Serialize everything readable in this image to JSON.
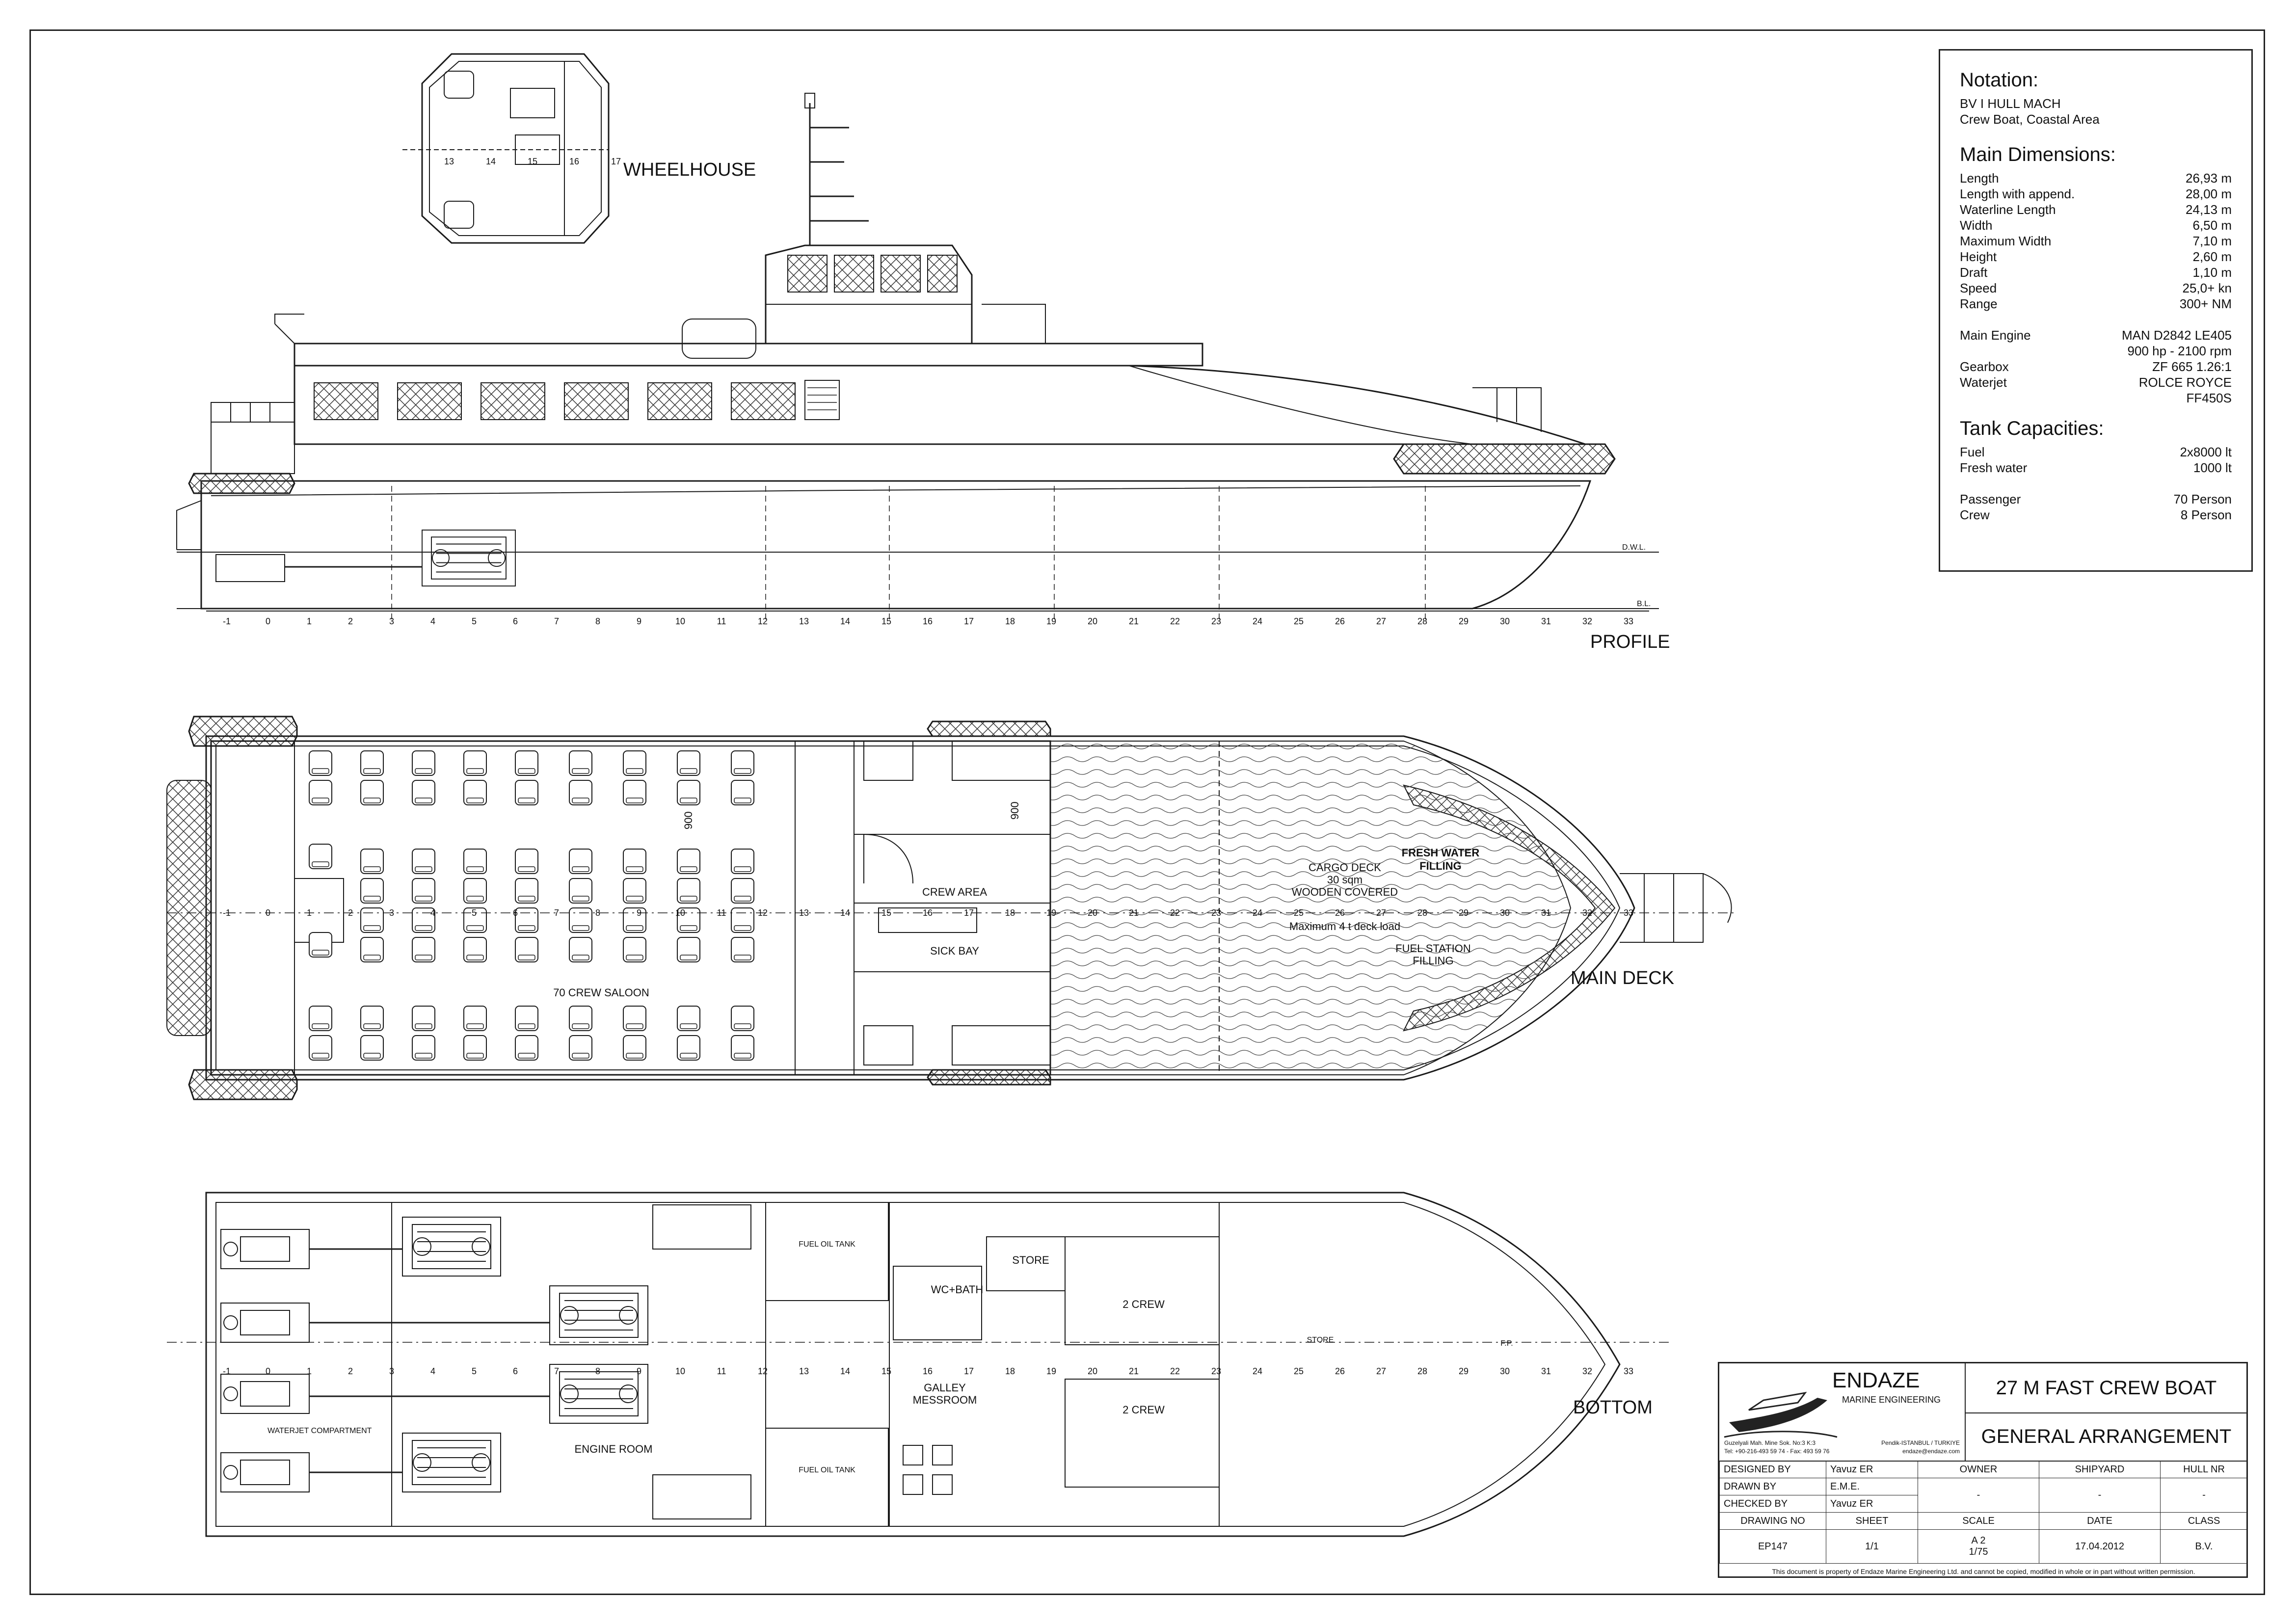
{
  "views": {
    "wheelhouse": "WHEELHOUSE",
    "profile": "PROFILE",
    "main_deck": "MAIN DECK",
    "bottom": "BOTTOM"
  },
  "frames": [
    "-1",
    "0",
    "1",
    "2",
    "3",
    "4",
    "5",
    "6",
    "7",
    "8",
    "9",
    "10",
    "11",
    "12",
    "13",
    "14",
    "15",
    "16",
    "17",
    "18",
    "19",
    "20",
    "21",
    "22",
    "23",
    "24",
    "25",
    "26",
    "27",
    "28",
    "29",
    "30",
    "31",
    "32",
    "33"
  ],
  "wheelhouse_frames": [
    "13",
    "14",
    "15",
    "16",
    "17"
  ],
  "profile_labels": {
    "dwl": "D.W.L.",
    "bl": "B.L."
  },
  "main_deck_labels": {
    "saloon": "70 CREW SALOON",
    "crew_area": "CREW AREA",
    "sick_bay": "SICK BAY",
    "cargo_deck": "CARGO DECK",
    "cargo_area": "30 sqm",
    "wooden": "WOODEN COVERED",
    "deck_load": "Maximum 4 t deck load",
    "fresh_water": "FRESH WATER",
    "fresh_water_2": "FILLING",
    "fuel_station": "FUEL STATION",
    "fuel_station_2": "FILLING",
    "dim_900_a": "900",
    "dim_900_b": "900"
  },
  "bottom_labels": {
    "engine_room": "ENGINE ROOM",
    "waterjet": "WATERJET COMPARTMENT",
    "fuel_tank_1": "FUEL OIL TANK",
    "fuel_tank_2": "FUEL OIL TANK",
    "store": "STORE",
    "wc_bath": "WC+BATH",
    "galley": "GALLEY",
    "messroom": "MESSROOM",
    "crew_1": "2 CREW",
    "crew_2": "2 CREW",
    "store_2": "STORE",
    "fp": "F.P."
  },
  "notation": {
    "title": "Notation:",
    "line1": "BV I HULL MACH",
    "line2": "Crew Boat, Coastal Area",
    "dims_title": "Main Dimensions:",
    "dims": [
      {
        "k": "Length",
        "v": "26,93 m"
      },
      {
        "k": "Length with append.",
        "v": "28,00 m"
      },
      {
        "k": "Waterline Length",
        "v": "24,13 m"
      },
      {
        "k": "Width",
        "v": "6,50 m"
      },
      {
        "k": "Maximum Width",
        "v": "7,10 m"
      },
      {
        "k": "Height",
        "v": "2,60 m"
      },
      {
        "k": "Draft",
        "v": "1,10 m"
      },
      {
        "k": "Speed",
        "v": "25,0+ kn"
      },
      {
        "k": "Range",
        "v": "300+ NM"
      }
    ],
    "machinery": [
      {
        "k": "Main Engine",
        "v": "MAN D2842 LE405"
      },
      {
        "k": "",
        "v": "900 hp - 2100 rpm"
      },
      {
        "k": "Gearbox",
        "v": "ZF 665  1.26:1"
      },
      {
        "k": "Waterjet",
        "v": "ROLCE ROYCE"
      },
      {
        "k": "",
        "v": "FF450S"
      }
    ],
    "tanks_title": "Tank Capacities:",
    "tanks": [
      {
        "k": "Fuel",
        "v": "2x8000 lt"
      },
      {
        "k": "Fresh water",
        "v": "1000 lt"
      }
    ],
    "persons": [
      {
        "k": "Passenger",
        "v": "70 Person"
      },
      {
        "k": "Crew",
        "v": "8 Person"
      }
    ]
  },
  "title_block": {
    "company": "ENDAZE",
    "company_sub": "MARINE ENGINEERING",
    "address_1": "Guzelyali Mah. Mine Sok. No:3 K:3",
    "address_2": "Tel: +90-216-493 59 74 - Fax: 493 59 76",
    "address_3": "Pendik-ISTANBUL / TURKIYE",
    "address_4": "endaze@endaze.com",
    "project": "27 M FAST CREW BOAT",
    "drawing_title": "GENERAL ARRANGEMENT",
    "designed_by_label": "DESIGNED BY",
    "designed_by": "Yavuz ER",
    "drawn_by_label": "DRAWN BY",
    "drawn_by": "E.M.E.",
    "checked_by_label": "CHECKED BY",
    "checked_by": "Yavuz ER",
    "owner_label": "OWNER",
    "owner": "-",
    "shipyard_label": "SHIPYARD",
    "shipyard": "-",
    "hull_label": "HULL NR",
    "hull": "-",
    "drawing_no_label": "DRAWING NO",
    "drawing_no": "EP147",
    "sheet_label": "SHEET",
    "sheet": "1/1",
    "scale_label": "SCALE",
    "scale_1": "A 2",
    "scale_2": "1/75",
    "date_label": "DATE",
    "date": "17.04.2012",
    "class_label": "CLASS",
    "class": "B.V.",
    "note": "This document is property of  Endaze Marine Engineering Ltd. and cannot be copied, modified in whole or in part without written permission."
  }
}
